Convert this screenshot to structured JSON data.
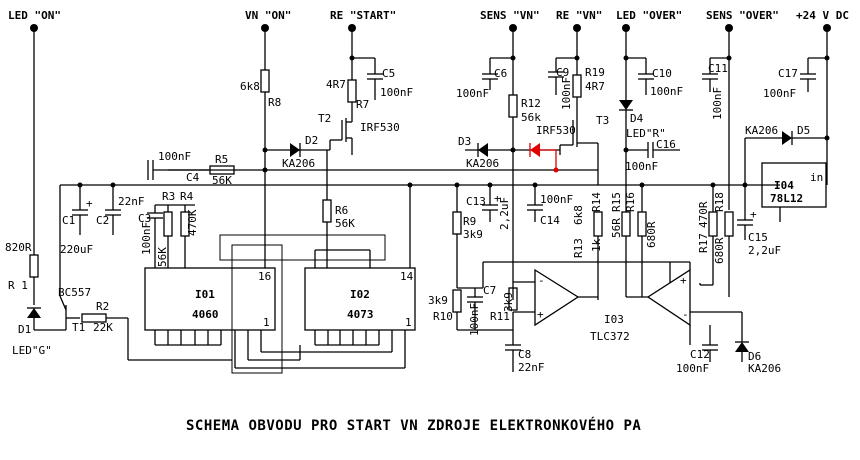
{
  "title": "SCHEMA OBVODU PRO START VN ZDROJE ELEKTRONKOVÉHO PA",
  "terminals": {
    "led_on": "LED \"ON\"",
    "vn_on": "VN \"ON\"",
    "re_start": "RE \"START\"",
    "sens_vn": "SENS \"VN\"",
    "re_vn": "RE \"VN\"",
    "led_over": "LED \"OVER\"",
    "sens_over": "SENS \"OVER\"",
    "supply": "+24 V DC"
  },
  "components": {
    "r8": "R8",
    "r8_val": "6k8",
    "r7": "R7",
    "r7_val": "4R7",
    "c5": "C5",
    "c5_val": "100nF",
    "t2": "T2",
    "t2_type": "IRF530",
    "d2": "D2",
    "d2_type": "KA206",
    "c4": "C4",
    "c4_val": "100nF",
    "r5": "R5",
    "r5_val": "56K",
    "c1": "C1",
    "c1_val": "220uF",
    "c2": "C2",
    "c2_val": "22nF",
    "c3": "C3",
    "c3_val": "100nF",
    "r3": "R3",
    "r3_val": "56K",
    "r4": "R4",
    "r4_val": "470K",
    "r6": "R6",
    "r6_val": "56K",
    "r1": "R 1",
    "r1_val": "820R",
    "d1": "D1",
    "d1_led": "LED\"G\"",
    "t1": "T1",
    "t1_type": "BC557",
    "r2": "R2",
    "r2_val": "22K",
    "io1": "I01",
    "io1_type": "4060",
    "io2": "I02",
    "io2_type": "4073",
    "pin16": "16",
    "pin14": "14",
    "pin1a": "1",
    "pin1b": "1",
    "c6": "C6",
    "c6_val": "100nF",
    "c9": "C9",
    "c9_val": "100nF",
    "r19": "R19",
    "r19_val": "4R7",
    "r12": "R12",
    "r12_val": "56k",
    "t3": "T3",
    "t3_type": "IRF530",
    "d3": "D3",
    "d3_type": "KA206",
    "c13": "C13",
    "c13_val": "2,2uF",
    "c14": "C14",
    "c14_val": "100nF",
    "r9": "R9",
    "r9_val": "3k9",
    "r13": "R13",
    "r13_val": "6k8",
    "r14": "R14",
    "r14_val": "1k",
    "r10": "R10",
    "r10_val": "3k9",
    "c7": "C7",
    "c7_val": "100nF",
    "r11": "R11",
    "r11_val": "3k9",
    "c8": "C8",
    "c8_val": "22nF",
    "io3": "I03",
    "io3_type": "TLC372",
    "d4": "D4",
    "d4_led": "LED\"R\"",
    "c10": "C10",
    "c10_val": "100nF",
    "c16": "C16",
    "c16_val": "100nF",
    "r15": "R15",
    "r15_val": "56R",
    "r16": "R16",
    "r16_val": "680R",
    "c11": "C11",
    "c11_val": "100nF",
    "c17": "C17",
    "c17_val": "100nF",
    "d5": "D5",
    "d5_type": "KA206",
    "io4": "I04",
    "io4_type": "78L12",
    "io4_in": "in",
    "r17": "R17",
    "r17_val": "470R",
    "r18": "R18",
    "r18_val": "680R",
    "c15": "C15",
    "c15_val": "2,2uF",
    "c12": "C12",
    "c12_val": "100nF",
    "d6": "D6",
    "d6_type": "KA206"
  },
  "colors": {
    "wire": "#000000",
    "highlight_diode": "#e00000",
    "background": "#ffffff"
  }
}
